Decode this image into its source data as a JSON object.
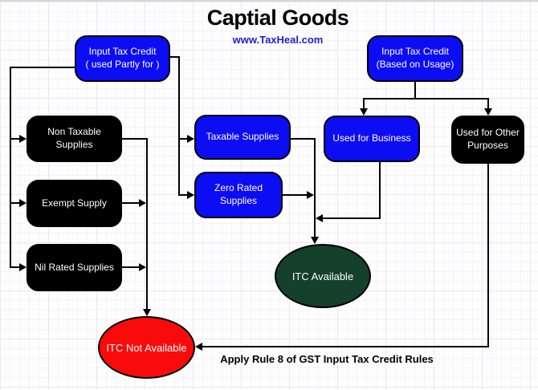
{
  "title": "Captial Goods",
  "subtitle": "www.TaxHeal.com",
  "footnote": "Apply Rule 8 of GST Input Tax Credit Rules",
  "colors": {
    "blue": "#0d0df4",
    "black": "#000000",
    "green": "#15402b",
    "red": "#f90b0b",
    "link": "#2121cf"
  },
  "nodes": {
    "itc_partly": {
      "label": "Input Tax Credit\n( used Partly for )"
    },
    "itc_usage": {
      "label": "Input Tax Credit\n(Based on Usage)"
    },
    "non_taxable": {
      "label": "Non Taxable\nSupplies"
    },
    "exempt": {
      "label": "Exempt Supply"
    },
    "nil_rated": {
      "label": "Nil Rated Supplies"
    },
    "taxable": {
      "label": "Taxable Supplies"
    },
    "zero_rated": {
      "label": "Zero Rated\nSupplies"
    },
    "used_business": {
      "label": "Used for Business"
    },
    "used_other": {
      "label": "Used for Other\nPurposes"
    },
    "itc_available": {
      "label": "ITC Available"
    },
    "itc_not_available": {
      "label": "ITC Not Available"
    }
  }
}
